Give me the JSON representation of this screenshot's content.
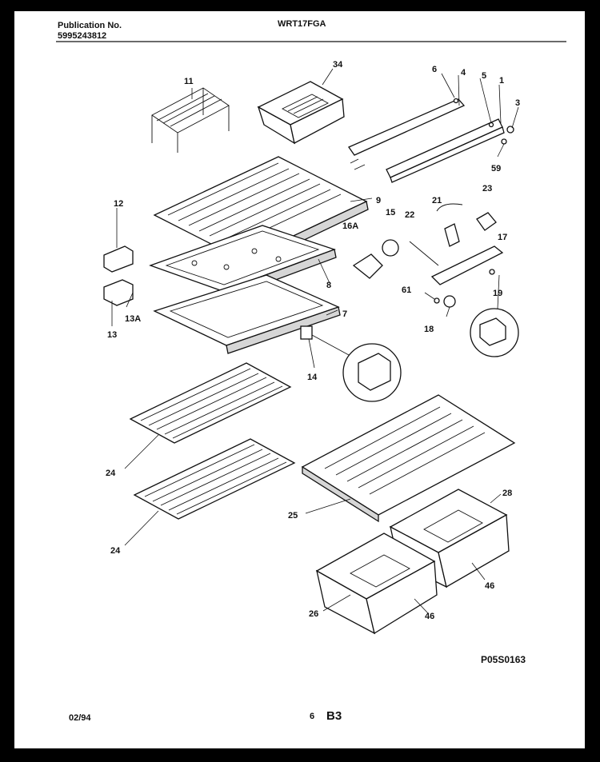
{
  "header": {
    "publication_label": "Publication No.",
    "publication_number": "5995243812",
    "model": "WRT17FGA"
  },
  "footer": {
    "date": "02/94",
    "page_number": "6",
    "section": "B3",
    "drawing_code": "P05S0163"
  },
  "part_labels": [
    "11",
    "34",
    "6",
    "4",
    "5",
    "1",
    "3",
    "59",
    "9",
    "12",
    "16A",
    "15",
    "22",
    "21",
    "23",
    "17",
    "8",
    "13A",
    "13",
    "61",
    "19",
    "7",
    "18",
    "14",
    "24",
    "24",
    "28",
    "25",
    "46",
    "26",
    "46"
  ]
}
